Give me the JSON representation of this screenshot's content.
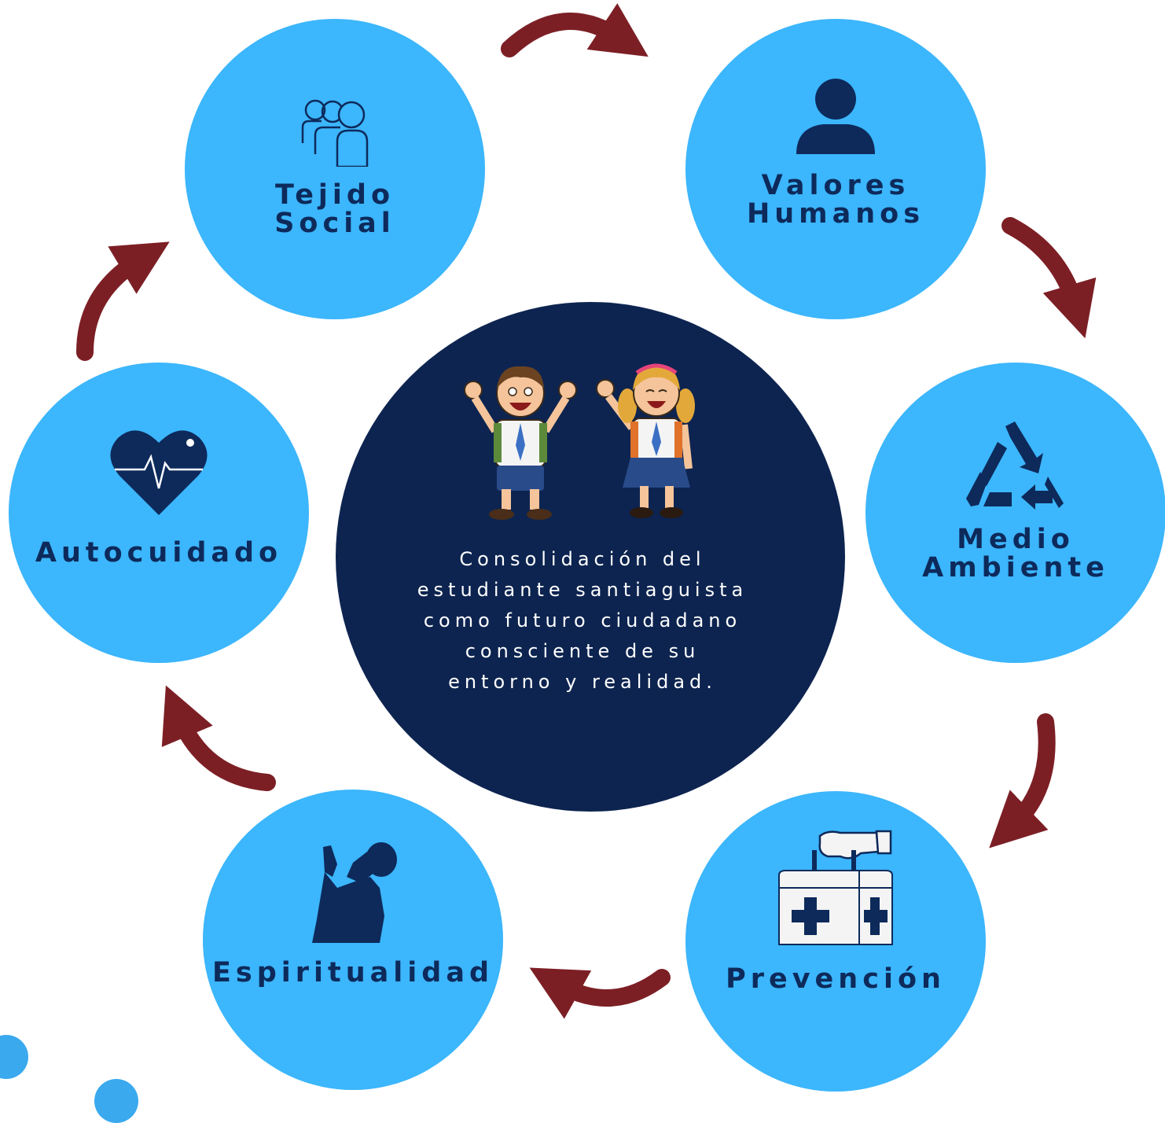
{
  "center": {
    "lines": [
      "Consolidación del",
      "estudiante santiaguista",
      "como futuro ciudadano",
      "consciente de su",
      "entorno y realidad."
    ],
    "illustration": "students-cheering-illustration"
  },
  "nodes": {
    "tejido": {
      "line1": "Tejido",
      "line2": "Social",
      "icon": "group-people-icon"
    },
    "valores": {
      "line1": "Valores",
      "line2": "Humanos",
      "icon": "person-icon"
    },
    "medio": {
      "line1": "Medio",
      "line2": "Ambiente",
      "icon": "recycle-icon"
    },
    "prevencion": {
      "line1": "Prevención",
      "icon": "first-aid-kit-icon"
    },
    "espiritualidad": {
      "line1": "Espiritualidad",
      "icon": "praying-person-icon"
    },
    "autocuidado": {
      "line1": "Autocuidado",
      "icon": "heart-pulse-icon"
    }
  },
  "colors": {
    "node_fill": "#3cb6fc",
    "center_fill": "#0d2450",
    "label_text": "#0d2a5b",
    "arrow": "#7c1f25"
  }
}
